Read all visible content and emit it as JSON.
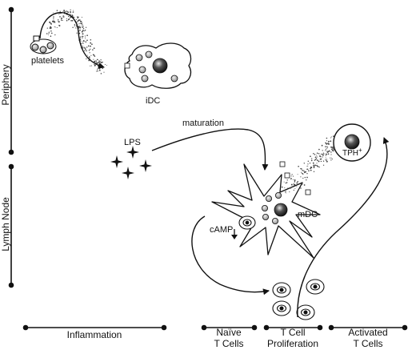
{
  "figure": {
    "labels": {
      "platelets": "platelets",
      "idc": "iDC",
      "maturation": "maturation",
      "lps": "LPS",
      "tph": "TPH",
      "tph_sup": "+",
      "mdc": "mDC",
      "camp": "cAMP"
    },
    "side_axis": {
      "periphery": "Periphery",
      "lymph_node": "Lymph Node"
    },
    "bottom_axis": {
      "inflammation": "Inflammation",
      "naive_line1": "Naïve",
      "naive_line2": "T Cells",
      "prolif_line1": "T Cell",
      "prolif_line2": "Proliferation",
      "activated_line1": "Activated",
      "activated_line2": "T Cells"
    }
  }
}
